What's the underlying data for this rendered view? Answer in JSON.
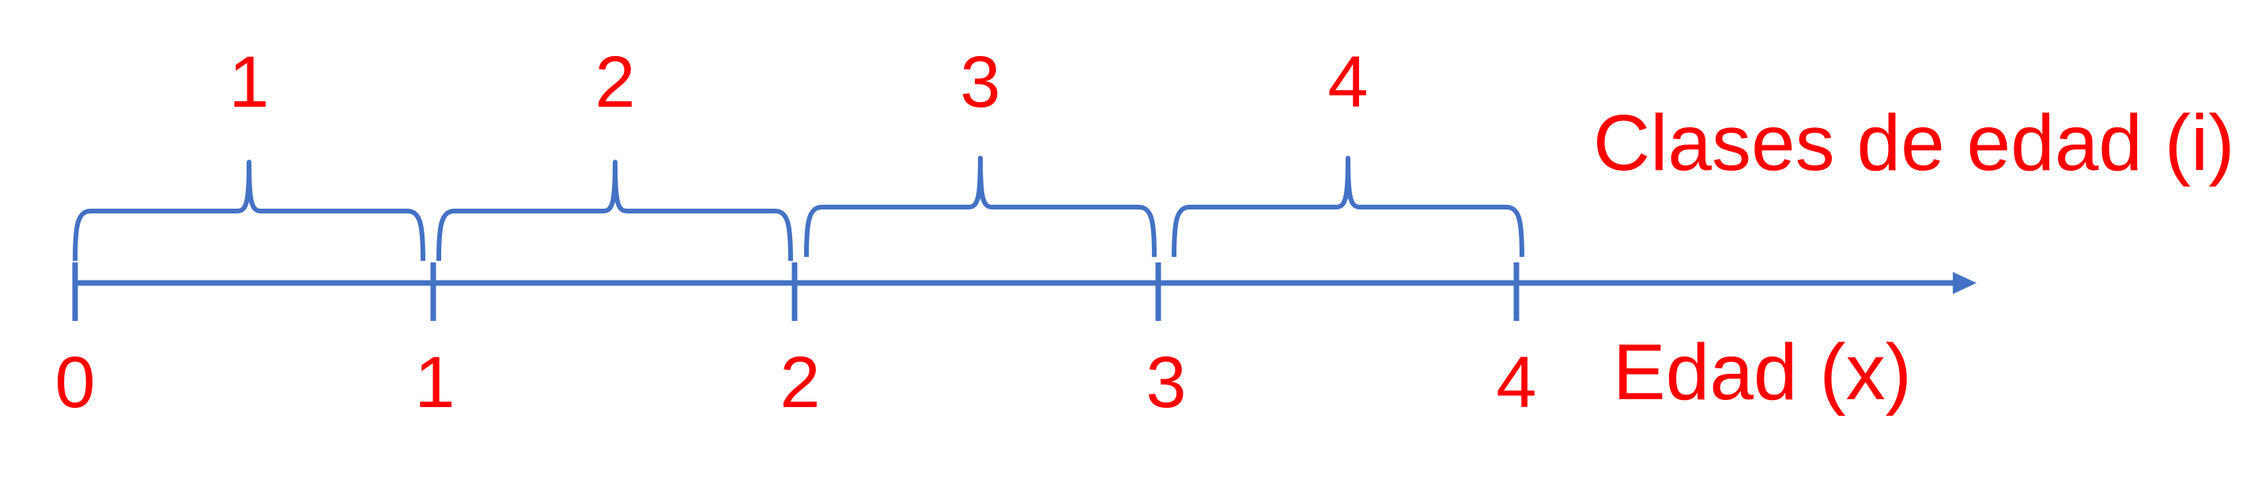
{
  "axis": {
    "label": "Edad (x)",
    "ticks": [
      "0",
      "1",
      "2",
      "3",
      "4"
    ],
    "color": "#4472c4"
  },
  "classes": {
    "label": "Clases de edad (i)",
    "items": [
      "1",
      "2",
      "3",
      "4"
    ],
    "color": "#ff0000"
  }
}
